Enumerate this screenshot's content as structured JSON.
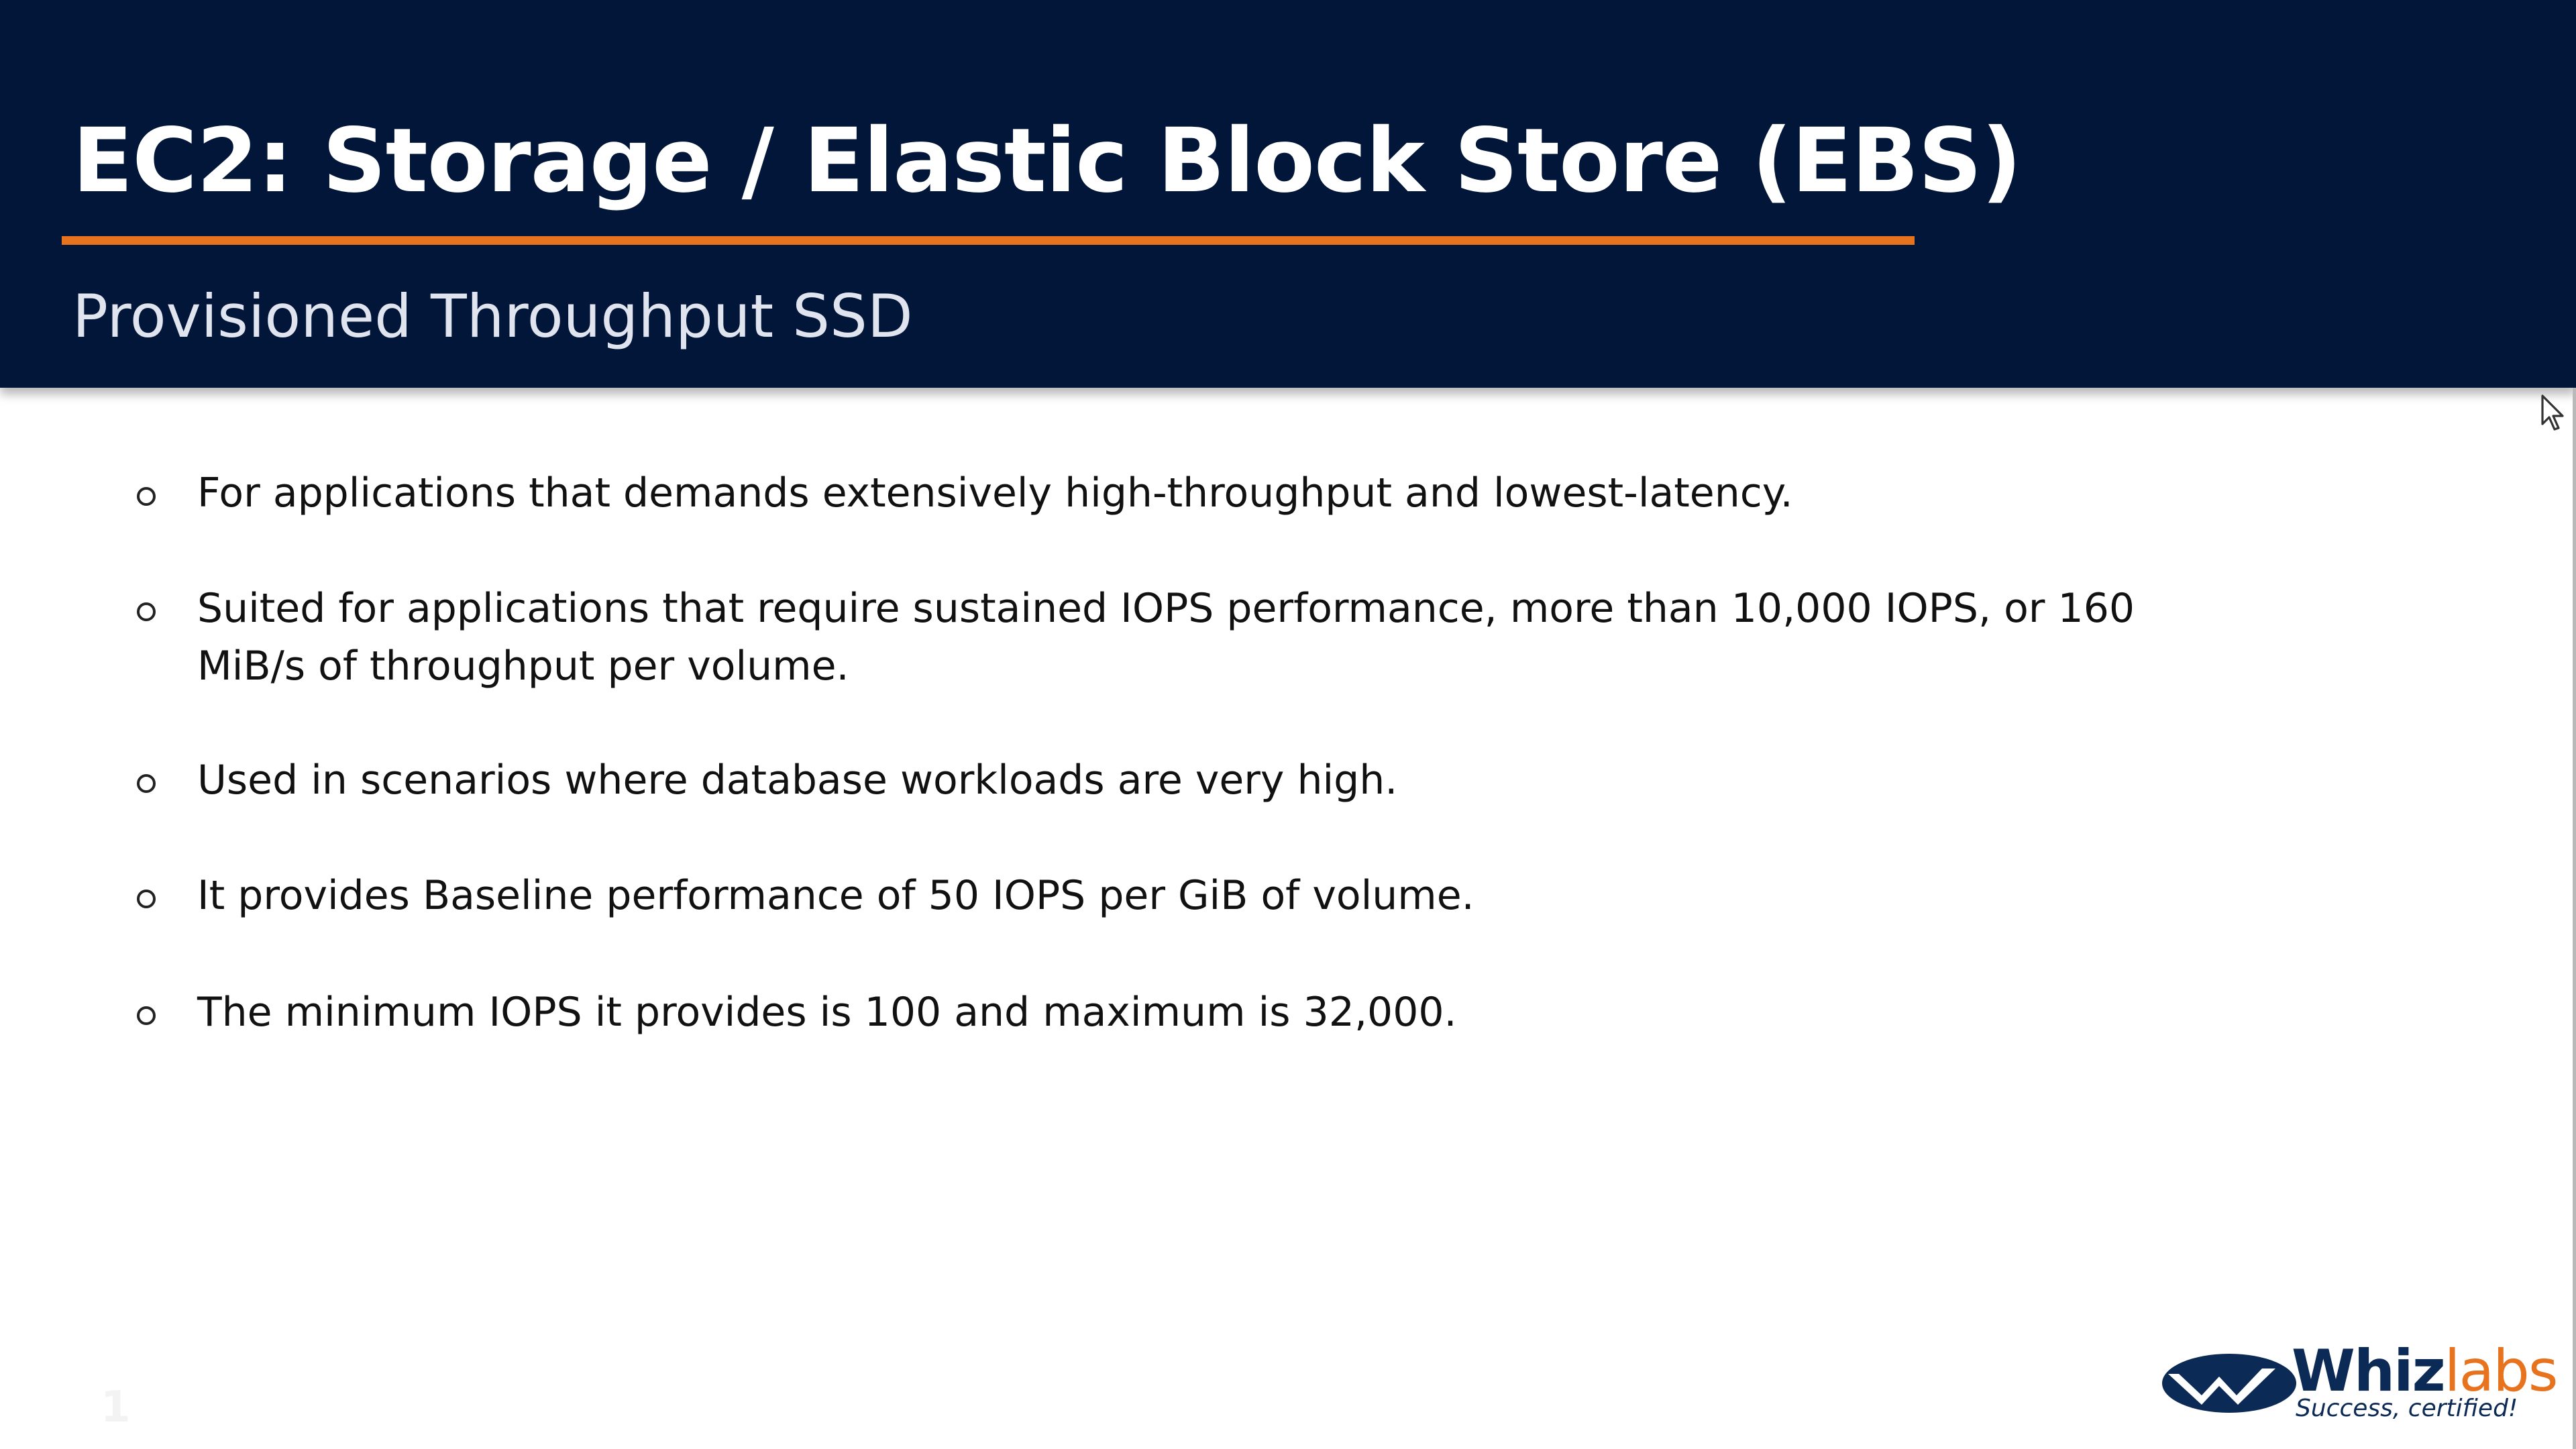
{
  "slide": {
    "title": "EC2: Storage / Elastic Block Store (EBS)",
    "subtitle": "Provisioned Throughput SSD",
    "bullets": [
      "For applications that demands extensively high-throughput and lowest-latency.",
      "Suited for applications that require sustained IOPS performance, more than 10,000 IOPS, or 160 MiB/s of throughput per volume.",
      "Used in scenarios where database workloads are very high.",
      "It provides Baseline performance of 50 IOPS per GiB of volume.",
      "The minimum IOPS it provides is 100 and maximum is 32,000."
    ],
    "slide_number": "1"
  },
  "logo": {
    "word_primary": "Whiz",
    "word_secondary": "labs",
    "tagline": "Success, certified!"
  },
  "colors": {
    "header_background": "#021639",
    "accent": "#e8731e",
    "logo_navy": "#0c2a56"
  },
  "icons": {
    "bullet": "hollow-circle-icon",
    "cursor": "mouse-pointer-icon",
    "logo": "whizlabs-logo-icon"
  }
}
